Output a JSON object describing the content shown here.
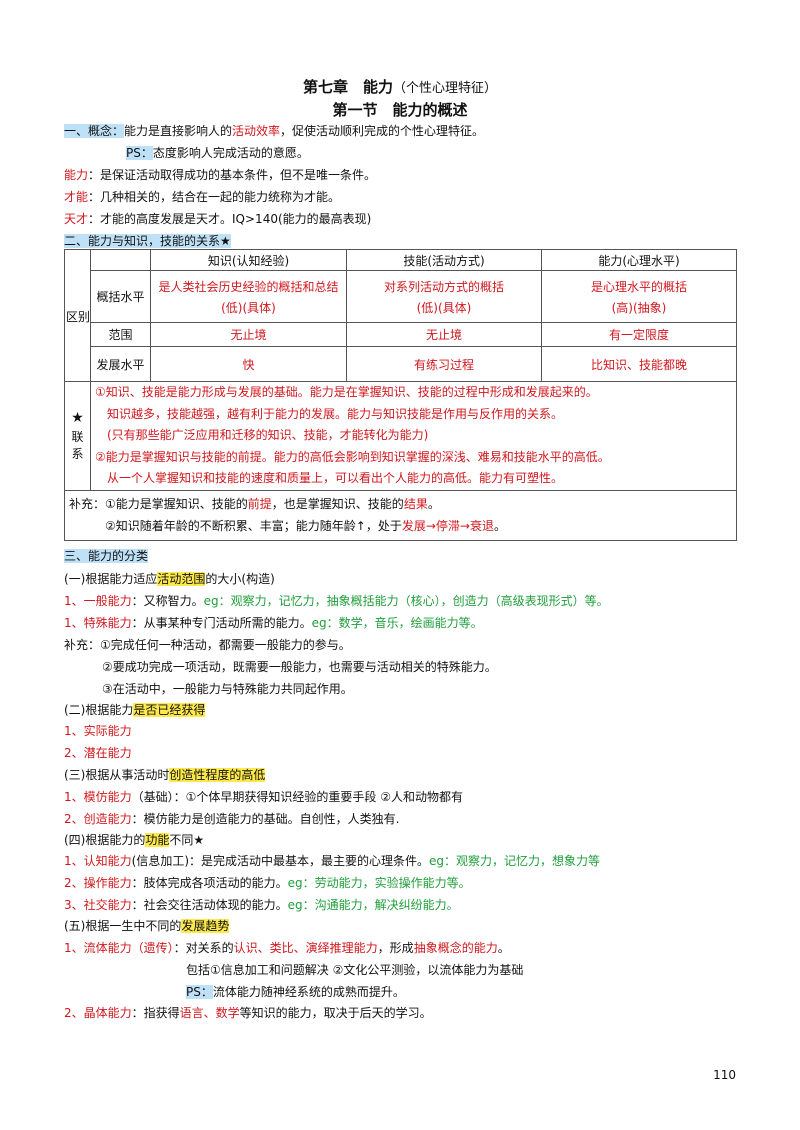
{
  "header": {
    "chapter": "第七章　能力",
    "chapter_sub": "（个性心理特征）",
    "section": "第一节　能力的概述"
  },
  "concepts": {
    "concept_label": "一、概念：",
    "concept_pre": "能力是直接影响人的",
    "concept_key": "活动效率",
    "concept_post": "，促使活动顺利完成的个性心理特征。",
    "ps_label": "PS：",
    "ps_text": "态度影响人完成活动的意愿。",
    "ability_label": "能力",
    "ability_text": "：是保证活动取得成功的基本条件，但不是唯一条件。",
    "talent_label": "才能",
    "talent_text": "：几种相关的，结合在一起的能力统称为才能。",
    "genius_label": "天才",
    "genius_text": "：才能的高度发展是天才。IQ>140(能力的最高表现)"
  },
  "section2": {
    "heading": "二、能力与知识，技能的关系★"
  },
  "table": {
    "cols": [
      "知识(认知经验)",
      "技能(活动方式)",
      "能力(心理水平)"
    ],
    "group_label": "区别",
    "row1_label": "概括水平",
    "row1": [
      [
        "是人类社会历史经验的概括和总结",
        "(低)(具体)"
      ],
      [
        "对系列活动方式的概括",
        "(低)(具体)"
      ],
      [
        "是心理水平的概括",
        "(高)(抽象)"
      ]
    ],
    "row2_label": "范围",
    "row2": [
      "无止境",
      "无止境",
      "有一定限度"
    ],
    "row3_label": "发展水平",
    "row3": [
      "快",
      "有练习过程",
      "比知识、技能都晚"
    ],
    "link_star": "★",
    "link_label": "联系",
    "link_lines": [
      "①知识、技能是能力形成与发展的基础。能力是在掌握知识、技能的过程中形成和发展起来的。",
      "知识越多，技能越强，越有利于能力的发展。能力与知识技能是作用与反作用的关系。",
      "(只有那些能广泛应用和迁移的知识、技能，才能转化为能力)",
      "②能力是掌握知识与技能的前提。能力的高低会影响到知识掌握的深浅、难易和技能水平的高低。",
      "从一个人掌握知识和技能的速度和质量上，可以看出个人能力的高低。能力有可塑性。"
    ],
    "supp_label": "补充：",
    "supp1_pre": "①能力是掌握知识、技能的",
    "supp1_key1": "前提",
    "supp1_mid": "，也是掌握知识、技能的",
    "supp1_key2": "结果",
    "supp1_end": "。",
    "supp2_pre": "②知识随着年龄的不断积累、丰富；能力随年龄↑，处于",
    "supp2_key": "发展→停滞→衰退",
    "supp2_end": "。"
  },
  "section3": {
    "heading": "三、能力的分类",
    "c1_pre": "(一)根据能力适应",
    "c1_key": "活动范围",
    "c1_post": "的大小(构造)",
    "c1_i1_label": "1、一般能力",
    "c1_i1_text": "：又称智力。",
    "c1_i1_eg": "eg：观察力，记忆力，抽象概括能力（核心），创造力（高级表现形式）等。",
    "c1_i2_label": "1、特殊能力",
    "c1_i2_text": "：从事某种专门活动所需的能力。",
    "c1_i2_eg": "eg：数学，音乐，绘画能力等。",
    "c1_supp_label": "补充：",
    "c1_supp": [
      "①完成任何一种活动，都需要一般能力的参与。",
      "②要成功完成一项活动，既需要一般能力，也需要与活动相关的特殊能力。",
      "③在活动中，一般能力与特殊能力共同起作用。"
    ],
    "c2_pre": "(二)根据能力",
    "c2_key": "是否已经获得",
    "c2_i1": "1、实际能力",
    "c2_i2": "2、潜在能力",
    "c3_pre": "(三)根据从事活动时",
    "c3_key": "创造性程度的高低",
    "c3_i1_label": "1、模仿能力",
    "c3_i1_text": "（基础）：①个体早期获得知识经验的重要手段 ②人和动物都有",
    "c3_i2_label": "2、创造能力",
    "c3_i2_text": "：模仿能力是创造能力的基础。自创性，人类独有.",
    "c4_pre": "(四)根据能力的",
    "c4_key": "功能",
    "c4_post": "不同★",
    "c4_i1_label": "1、认知能力",
    "c4_i1_text": "(信息加工)：是完成活动中最基本，最主要的心理条件。",
    "c4_i1_eg": "eg：观察力，记忆力，想象力等",
    "c4_i2_label": "2、操作能力",
    "c4_i2_text": "：肢体完成各项活动的能力。",
    "c4_i2_eg": "eg：劳动能力，实验操作能力等。",
    "c4_i3_label": "3、社交能力",
    "c4_i3_text": "：社会交往活动体现的能力。",
    "c4_i3_eg": "eg：沟通能力，解决纠纷能力。",
    "c5_pre": "(五)根据一生中不同的",
    "c5_key": "发展趋势",
    "c5_i1_label": "1、流体能力（遗传）",
    "c5_i1_a": "：对关系的",
    "c5_i1_b": "认识、类比、演绎推理能力",
    "c5_i1_c": "，形成",
    "c5_i1_d": "抽象概念的能力",
    "c5_i1_e": "。",
    "c5_i1_sub": "包括①信息加工和问题解决 ②文化公平测验，以流体能力为基础",
    "c5_ps_label": "PS：",
    "c5_ps_text": "流体能力随神经系统的成熟而提升。",
    "c5_i2_label": "2、晶体能力",
    "c5_i2_a": "：指获得",
    "c5_i2_b": "语言、数学",
    "c5_i2_c": "等知识的能力，取决于后天的学习。"
  },
  "page_number": "110"
}
